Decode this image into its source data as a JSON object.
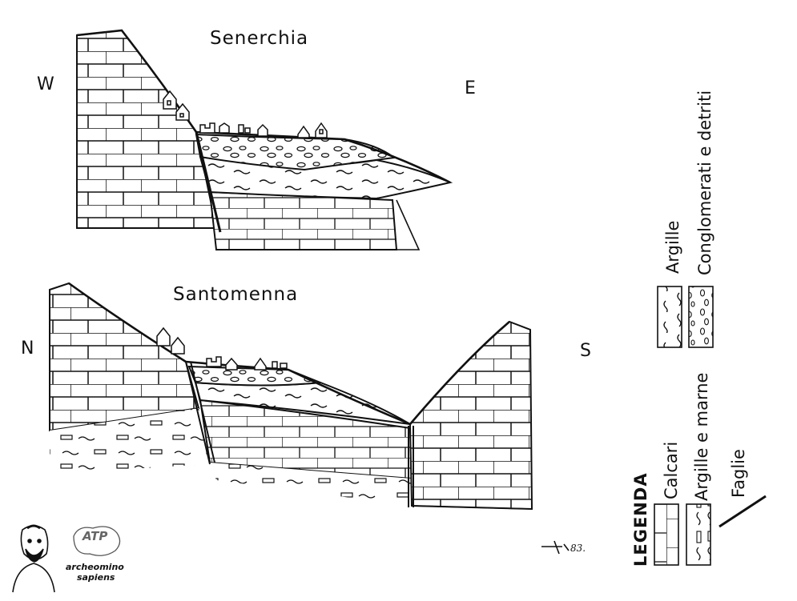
{
  "top_section": {
    "title": "Senerchia",
    "left_direction": "W",
    "right_direction": "E"
  },
  "bottom_section": {
    "title": "Santomenna",
    "left_direction": "N",
    "right_direction": "S"
  },
  "legend": {
    "heading": "LEGENDA",
    "items": [
      {
        "label": "Calcari",
        "pattern": "brick"
      },
      {
        "label": "Argille e marne",
        "pattern": "dashes"
      },
      {
        "label": "Argille",
        "pattern": "waves"
      },
      {
        "label": "Conglomerati e detriti",
        "pattern": "pebbles"
      },
      {
        "label": "Faglie",
        "pattern": "line"
      }
    ]
  },
  "signature": {
    "date": "83."
  },
  "logo": {
    "line1": "archeomino",
    "line2": "sapiens",
    "stamp": "ATP"
  },
  "colors": {
    "ink": "#111111",
    "paper": "#ffffff"
  }
}
